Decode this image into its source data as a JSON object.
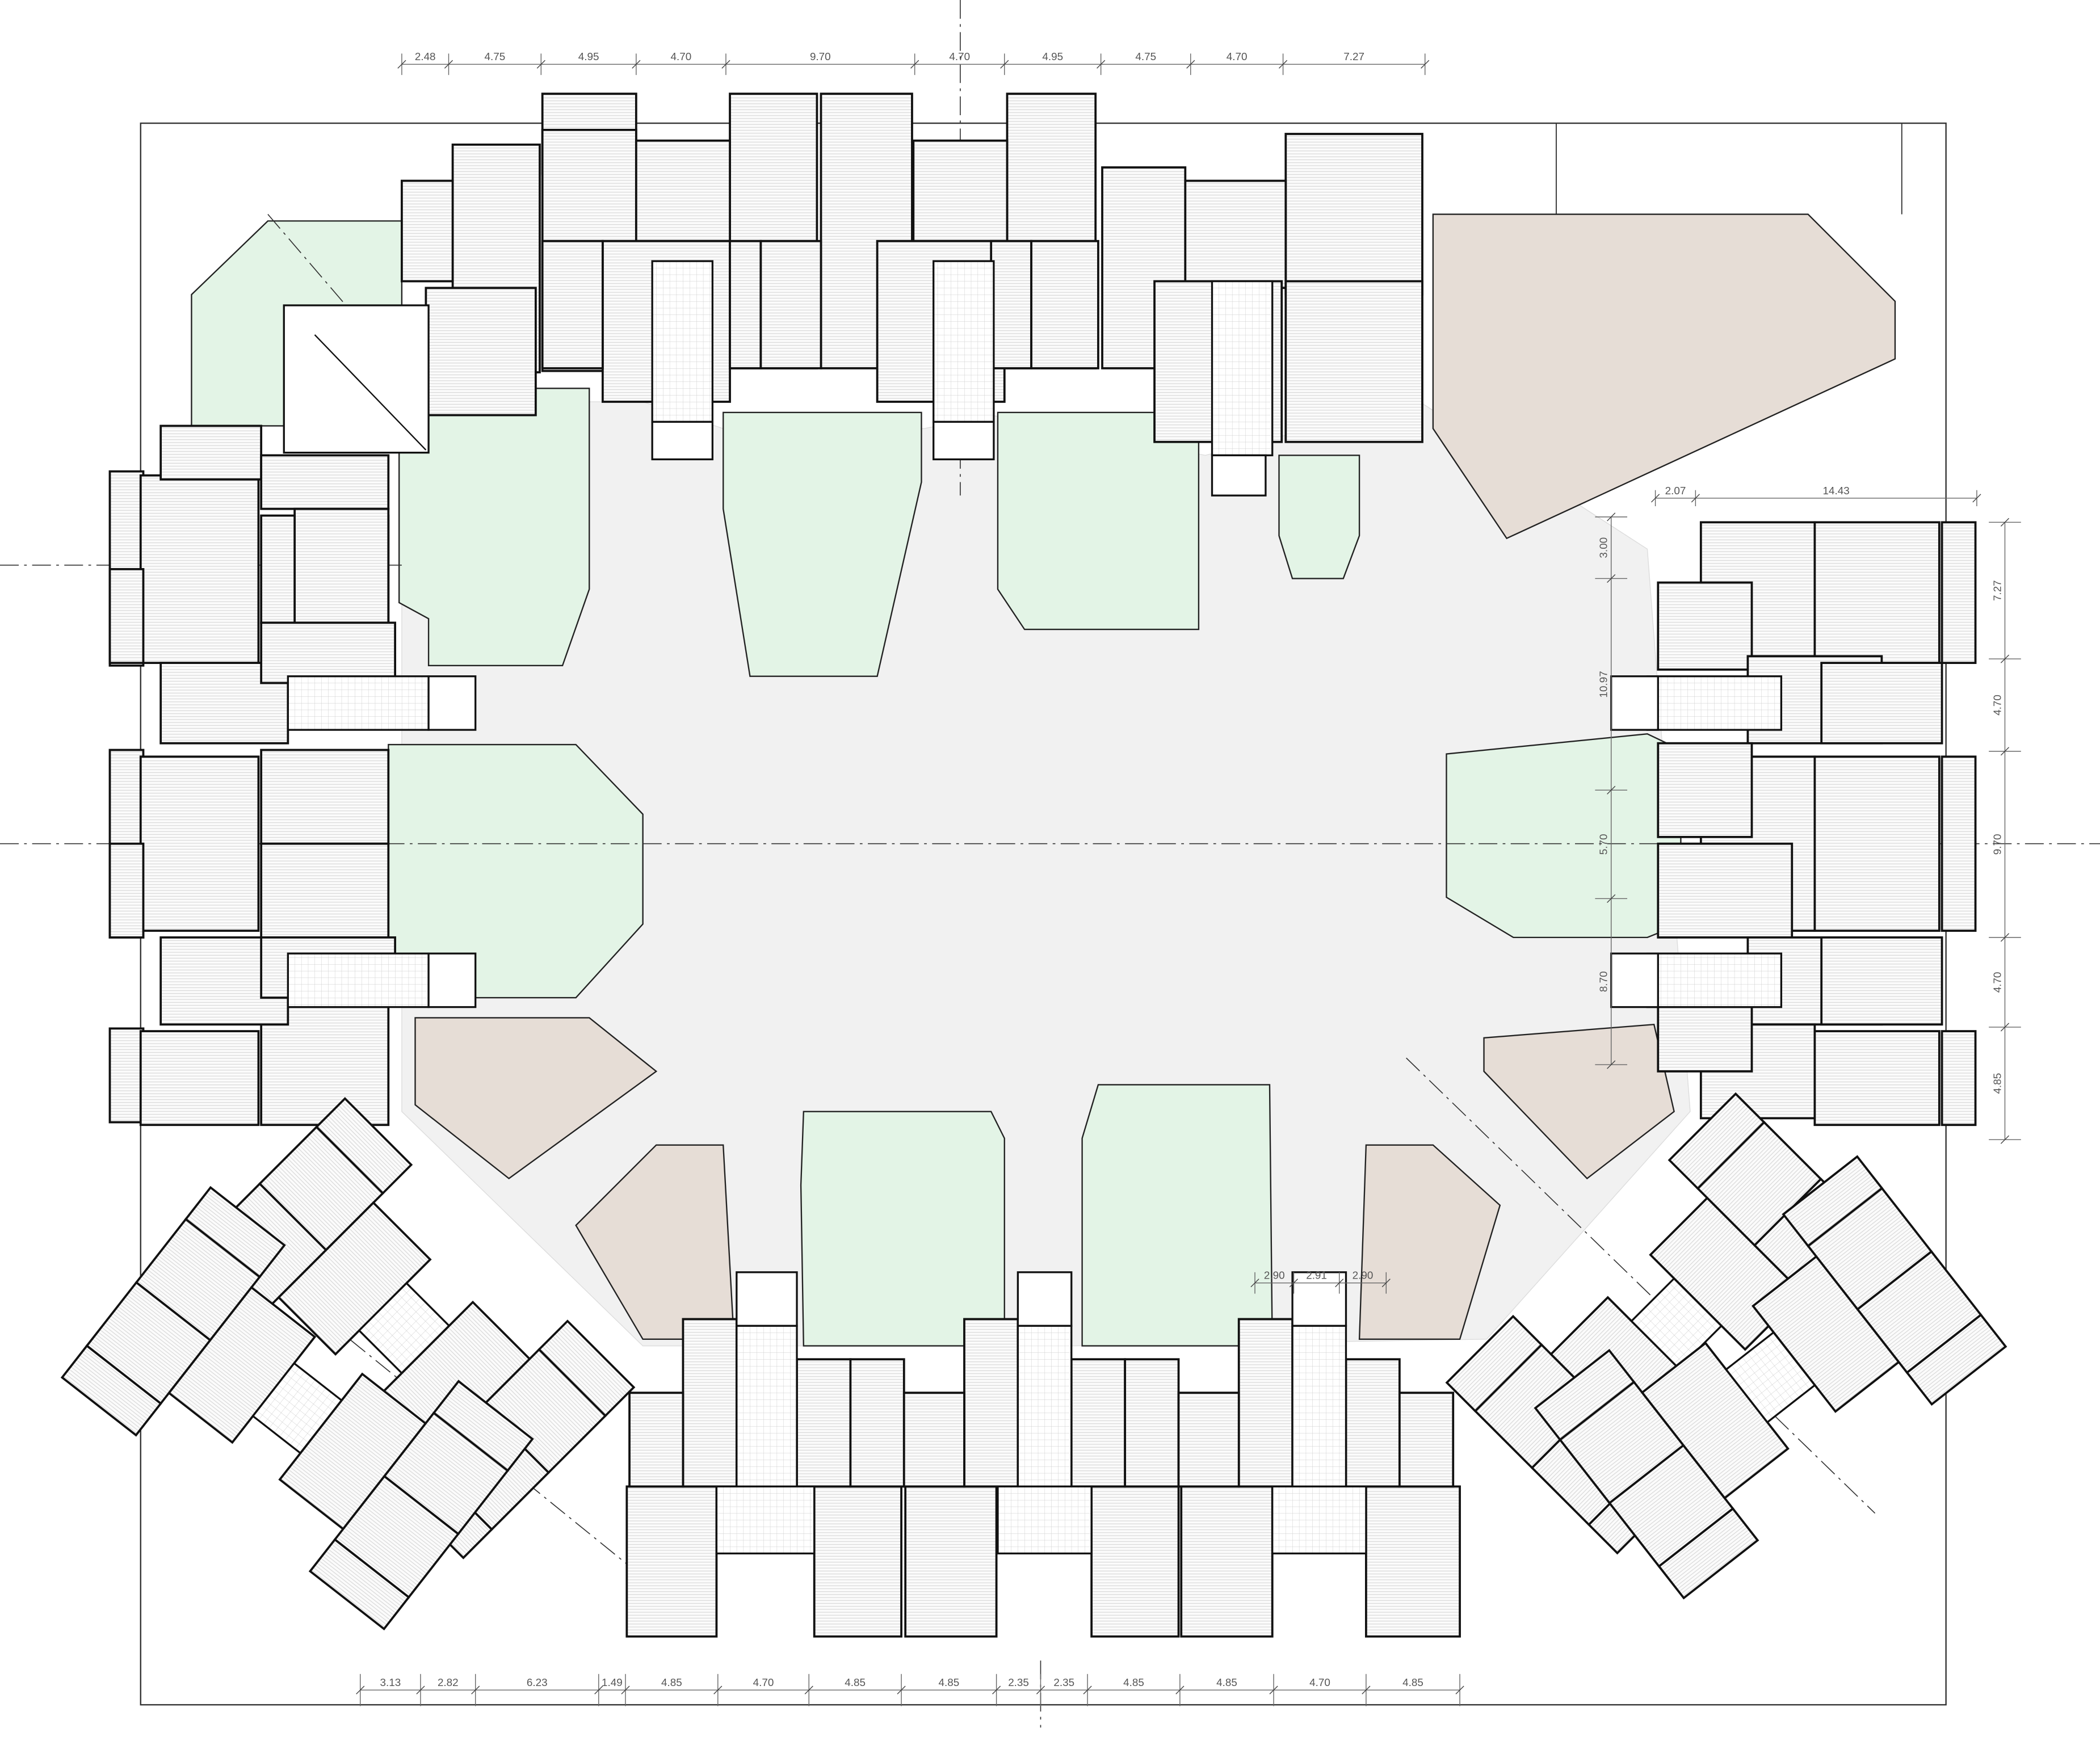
{
  "dimensions": {
    "top": [
      "2.48",
      "4.75",
      "4.95",
      "4.70",
      "9.70",
      "4.70",
      "4.95",
      "4.75",
      "4.70",
      "7.27"
    ],
    "bottom": [
      "3.13",
      "2.82",
      "6.23",
      "1.49",
      "4.85",
      "4.70",
      "4.85",
      "4.85",
      "2.35",
      "2.35",
      "4.85",
      "4.85",
      "4.70",
      "4.85"
    ],
    "right_top": [
      "2.07",
      "14.43"
    ],
    "right_inner": [
      "3.00",
      "10.97",
      "5.70",
      "8.70"
    ],
    "right_outer": [
      "7.27",
      "4.70",
      "9.70",
      "4.70",
      "4.85"
    ],
    "courtyard": [
      "2.90",
      "2.91",
      "2.90"
    ]
  },
  "colors": {
    "garden": "#e3f4e6",
    "garden_edge": "#b9dfc0",
    "paving": "#e6ddd6",
    "plaza": "#f1f1f1",
    "line": "#111111"
  }
}
